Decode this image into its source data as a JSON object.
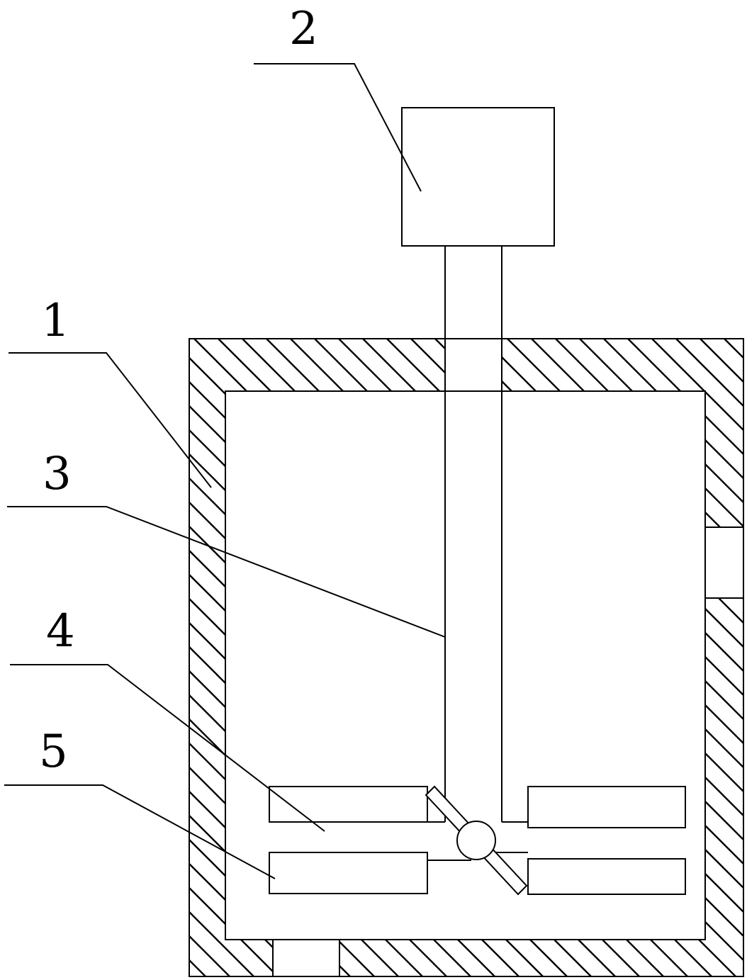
{
  "figure": {
    "callouts": [
      {
        "id": "1",
        "label": "1"
      },
      {
        "id": "2",
        "label": "2"
      },
      {
        "id": "3",
        "label": "3"
      },
      {
        "id": "4",
        "label": "4"
      },
      {
        "id": "5",
        "label": "5"
      }
    ]
  },
  "colors": {
    "line": "#000000",
    "background": "#ffffff"
  }
}
